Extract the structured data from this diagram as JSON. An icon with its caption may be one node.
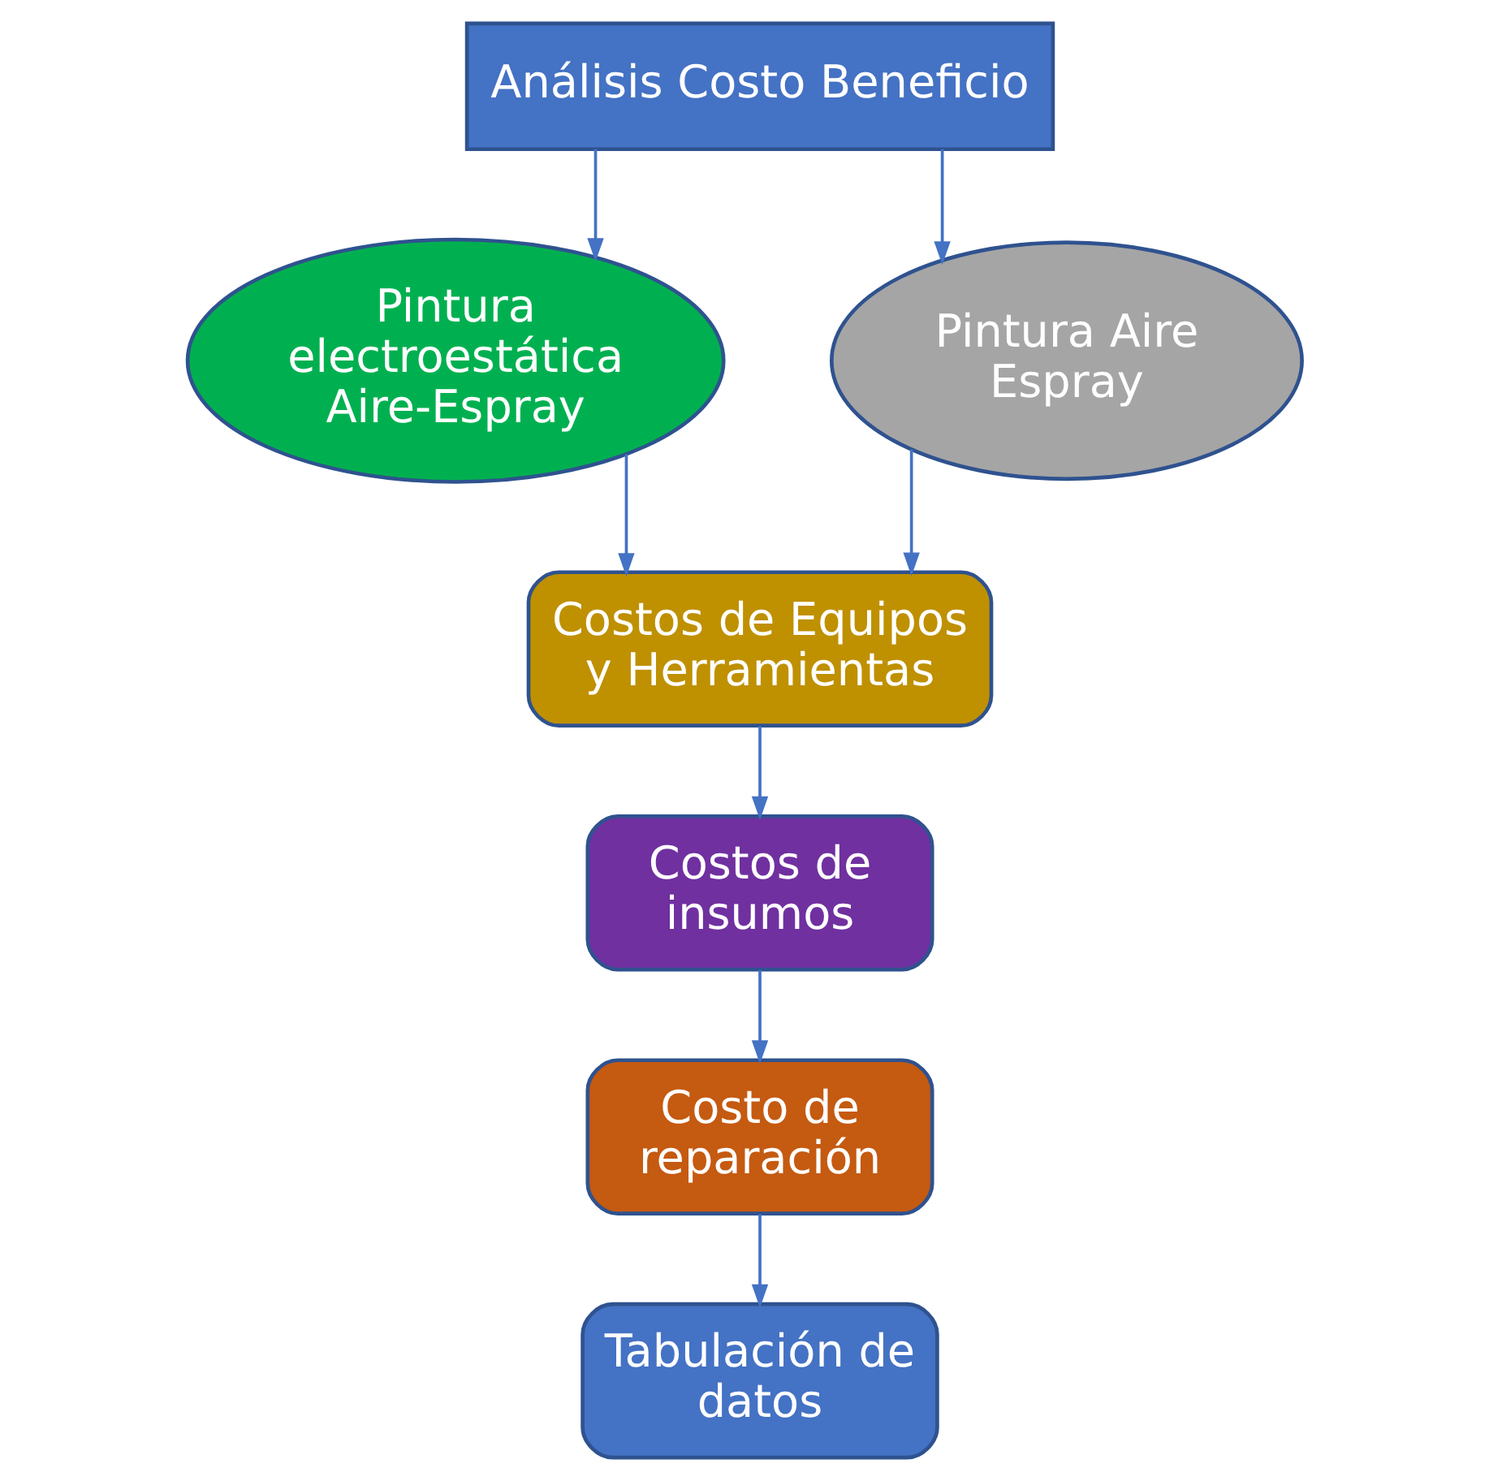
{
  "diagram": {
    "nodes": [
      {
        "text": [
          "Análisis Costo Beneficio"
        ]
      },
      {
        "text": [
          "Pintura electroestática Aire-Espray"
        ]
      },
      {
        "text": [
          "Pintura Aire Espray"
        ]
      },
      {
        "text": [
          "Costos de Equipos y Herramientas"
        ]
      },
      {
        "text": [
          "Costos de insumos"
        ]
      },
      {
        "text": [
          "Costo de reparación"
        ]
      },
      {
        "text": [
          "Tabulación de datos"
        ]
      }
    ],
    "edges": [
      {
        "from": 0,
        "to": 1,
        "arrow": "to"
      },
      {
        "from": 0,
        "to": 2,
        "arrow": "to"
      },
      {
        "from": 1,
        "to": 3,
        "arrow": "to"
      },
      {
        "from": 2,
        "to": 3,
        "arrow": "to"
      },
      {
        "from": 3,
        "to": 4,
        "arrow": "to"
      },
      {
        "from": 4,
        "to": 5,
        "arrow": "to"
      },
      {
        "from": 5,
        "to": 6,
        "arrow": "to"
      }
    ]
  }
}
